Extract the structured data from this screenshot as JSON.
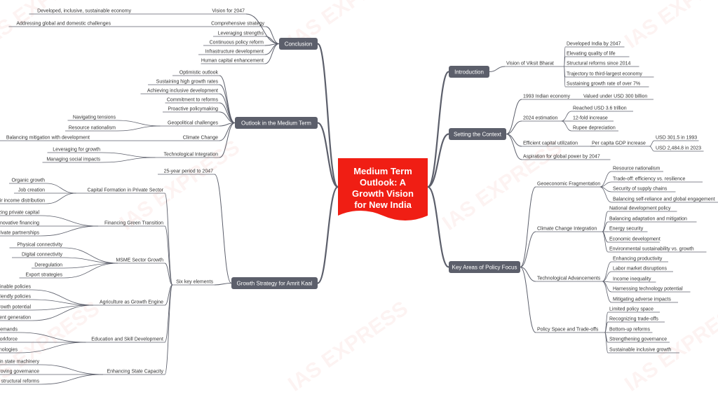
{
  "watermark": "IAS EXPRESS",
  "colors": {
    "center": "#f01e14",
    "branch": "#5c5f6b",
    "line": "#5c5f6b",
    "text": "#333333"
  },
  "center": {
    "lines": [
      "Medium Term",
      "Outlook: A",
      "Growth Vision",
      "for New India"
    ]
  },
  "left": [
    {
      "label": "Conclusion",
      "children": [
        {
          "label": "Vision for 2047",
          "children": [
            {
              "label": "Developed, inclusive, sustainable economy"
            }
          ]
        },
        {
          "label": "Comprehensive strategy",
          "children": [
            {
              "label": "Addressing global and domestic challenges"
            }
          ]
        },
        {
          "label": "Leveraging strengths"
        },
        {
          "label": "Continuous policy reform"
        },
        {
          "label": "Infrastructure development"
        },
        {
          "label": "Human capital enhancement"
        }
      ]
    },
    {
      "label": "Outlook in the Medium Term",
      "children": [
        {
          "label": "Optimistic outlook"
        },
        {
          "label": "Sustaining high growth rates"
        },
        {
          "label": "Achieving inclusive development"
        },
        {
          "label": "Commitment to reforms"
        },
        {
          "label": "Proactive policymaking"
        },
        {
          "label": "Geopolitical challenges",
          "children": [
            {
              "label": "Navigating tensions"
            },
            {
              "label": "Resource nationalism"
            }
          ]
        },
        {
          "label": "Climate Change",
          "children": [
            {
              "label": "Balancing mitigation with development"
            }
          ]
        },
        {
          "label": "Technological Integration",
          "children": [
            {
              "label": "Leveraging for growth"
            },
            {
              "label": "Managing social impacts"
            }
          ]
        }
      ]
    },
    {
      "label": "Growth Strategy for Amrit Kaal",
      "children": [
        {
          "label": "25-year period to 2047"
        },
        {
          "label": "Six key elements",
          "children": [
            {
              "label": "Capital Formation in Private Sector",
              "children": [
                {
                  "label": "Organic growth"
                },
                {
                  "label": "Job creation"
                },
                {
                  "label": "Fair income distribution"
                }
              ]
            },
            {
              "label": "Financing Green Transition",
              "children": [
                {
                  "label": "Mobilizing private capital"
                },
                {
                  "label": "Innovative financing"
                },
                {
                  "label": "Public-private partnerships"
                }
              ]
            },
            {
              "label": "MSME Sector Growth",
              "children": [
                {
                  "label": "Physical connectivity"
                },
                {
                  "label": "Digital connectivity"
                },
                {
                  "label": "Deregulation"
                },
                {
                  "label": "Export strategies"
                }
              ]
            },
            {
              "label": "Agriculture as Growth Engine",
              "children": [
                {
                  "label": "Sustainable policies"
                },
                {
                  "label": "Farmer-friendly policies"
                },
                {
                  "label": "Maximizing growth potential"
                },
                {
                  "label": "Employment generation"
                }
              ]
            },
            {
              "label": "Education and Skill Development",
              "children": [
                {
                  "label": "Aligning with market demands"
                },
                {
                  "label": "Skilled workforce"
                },
                {
                  "label": "Leveraging emerging technologies"
                }
              ]
            },
            {
              "label": "Enhancing State Capacity",
              "children": [
                {
                  "label": "Investing in state machinery"
                },
                {
                  "label": "Improving governance"
                },
                {
                  "label": "Implementing structural reforms"
                }
              ]
            }
          ]
        }
      ]
    }
  ],
  "right": [
    {
      "label": "Introduction",
      "children": [
        {
          "label": "Vision of Viksit Bharat",
          "children": [
            {
              "label": "Developed India by 2047"
            },
            {
              "label": "Elevating quality of life"
            },
            {
              "label": "Structural reforms since 2014"
            },
            {
              "label": "Trajectory to third-largest economy"
            },
            {
              "label": "Sustaining growth rate of over 7%"
            }
          ]
        }
      ]
    },
    {
      "label": "Setting the Context",
      "children": [
        {
          "label": "1993 Indian economy",
          "children": [
            {
              "label": "Valued under USD 300 billion"
            }
          ]
        },
        {
          "label": "2024 estimation",
          "children": [
            {
              "label": "Reached USD 3.6 trillion"
            },
            {
              "label": "12-fold increase"
            },
            {
              "label": "Rupee depreciation"
            }
          ]
        },
        {
          "label": "Efficient capital utilization",
          "children": [
            {
              "label": "Per capita GDP increase",
              "children": [
                {
                  "label": "USD 301.5 in 1993"
                },
                {
                  "label": "USD 2,484.8 in 2023"
                }
              ]
            }
          ]
        },
        {
          "label": "Aspiration for global power by 2047"
        }
      ]
    },
    {
      "label": "Key Areas of Policy Focus",
      "children": [
        {
          "label": "Geoeconomic Fragmentation",
          "children": [
            {
              "label": "Resource nationalism"
            },
            {
              "label": "Trade-off: efficiency vs. resilience"
            },
            {
              "label": "Security of supply chains"
            },
            {
              "label": "Balancing self-reliance and global engagement"
            }
          ]
        },
        {
          "label": "Climate Change Integration",
          "children": [
            {
              "label": "National development policy"
            },
            {
              "label": "Balancing adaptation and mitigation"
            },
            {
              "label": "Energy security"
            },
            {
              "label": "Economic development"
            },
            {
              "label": "Environmental sustainability vs. growth"
            }
          ]
        },
        {
          "label": "Technological Advancements",
          "children": [
            {
              "label": "Enhancing productivity"
            },
            {
              "label": "Labor market disruptions"
            },
            {
              "label": "Income inequality"
            },
            {
              "label": "Harnessing technology potential"
            },
            {
              "label": "Mitigating adverse impacts"
            }
          ]
        },
        {
          "label": "Policy Space and Trade-offs",
          "children": [
            {
              "label": "Limited policy space"
            },
            {
              "label": "Recognizing trade-offs"
            },
            {
              "label": "Bottom-up reforms"
            },
            {
              "label": "Strengthening governance"
            },
            {
              "label": "Sustainable inclusive growth"
            }
          ]
        }
      ]
    }
  ]
}
